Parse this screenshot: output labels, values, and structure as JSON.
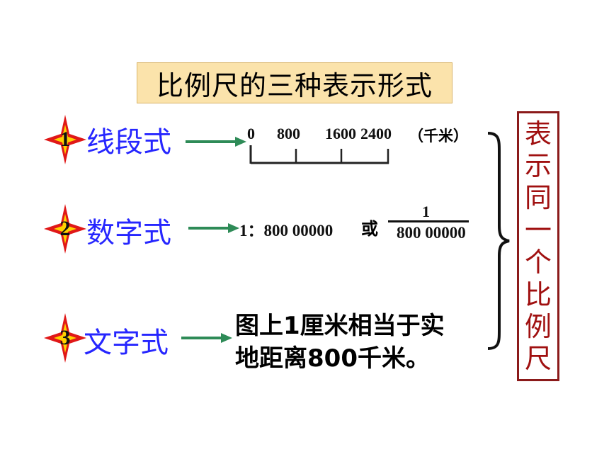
{
  "title": "比例尺的三种表示形式",
  "rows": [
    {
      "num": "1",
      "label": "线段式"
    },
    {
      "num": "2",
      "label": "数字式"
    },
    {
      "num": "3",
      "label": "文字式"
    }
  ],
  "line_scale": {
    "ticks": [
      "0",
      "800",
      "1600",
      "2400"
    ],
    "unit": "（千米）"
  },
  "numeric_scale": {
    "ratio": "1：800 00000",
    "or": "或",
    "numerator": "1",
    "denominator": "800 00000"
  },
  "verbal_scale": {
    "line1": "图上1厘米相当于实",
    "line2": "地距离800千米。"
  },
  "side_note": [
    "表",
    "示",
    "同",
    "一",
    "个",
    "比",
    "例",
    "尺"
  ],
  "colors": {
    "title_bg": "#fbe3ab",
    "label_blue": "#2626ff",
    "arrow_green": "#2e8b57",
    "star_red": "#e01818",
    "star_yellow": "#ffd200",
    "side_red": "#a01010"
  }
}
